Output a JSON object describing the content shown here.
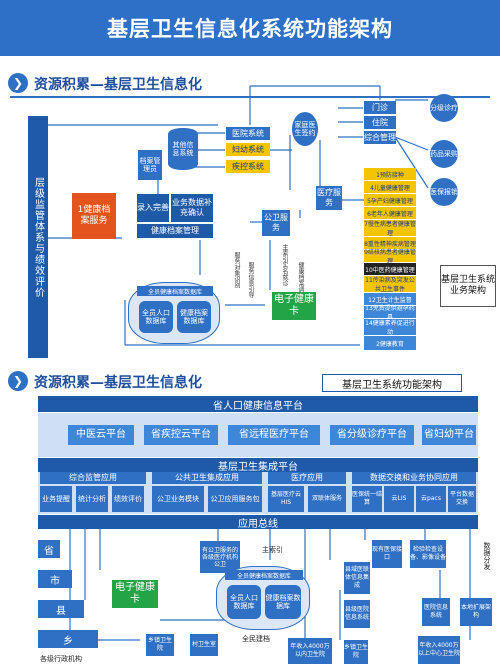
{
  "title": "基层卫生信息化系统功能架构",
  "section1": {
    "heading": "资源积累—基层卫生信息化",
    "left_vertical": "层级监管体系与绩效评价",
    "health_record_service": "1健康档案服务",
    "archive_admin": "档案管理员",
    "other_info_system": "其他信息系统",
    "entry_complete": "录入完善",
    "business_data": "业务数据补充确认",
    "health_record_mgmt": "健康档案管理",
    "hospital_system": "医院系统",
    "maternal_system": "妇幼系统",
    "disease_system": "疾控系统",
    "family_doctor": "家庭医生签约",
    "medical_service": "医疗服务",
    "public_health": "公卫服务",
    "outpatient": "门诊",
    "inpatient": "住院",
    "comprehensive": "综合管理",
    "tiered": "分级诊疗",
    "drug_purchase": "药品采购",
    "med_insurance": "医保报销",
    "service_target": "服务对象识别",
    "service_guide": "服务信息引导",
    "master_index": "主索引实名就诊",
    "record_access": "健康档案调阅",
    "db_title": "全员健康档案数据库",
    "db_left": "全员人口数据库",
    "db_right": "健康档案数据库",
    "ecard": "电子健康卡",
    "ph_items": [
      "1预防接种",
      "4儿童健康管理",
      "5孕产妇健康管理",
      "6老年人健康管理",
      "7慢性病患者健康管理",
      "8重性精神疾病管理",
      "9结核病患者健康管理",
      "10中医药健康管理",
      "11传染病及突发公共卫生事件",
      "12卫生计生监督",
      "13免费提供避孕药具",
      "14健康素养促进行动",
      "2健康教育"
    ],
    "side_note": "基层卫生系统业务架构"
  },
  "section2": {
    "heading": "资源积累—基层卫生信息化",
    "badge": "基层卫生系统功能架构",
    "provincial_platform": "省人口健康信息平台",
    "clouds": [
      "中医云平台",
      "省疾控云平台",
      "省远程医疗平台",
      "省分级诊疗平台",
      "省妇幼平台"
    ],
    "integration_platform": "基层卫生集成平台",
    "groups": [
      {
        "name": "综合监管应用",
        "items": [
          "业务提醒",
          "统计分析",
          "绩效评价"
        ]
      },
      {
        "name": "公共卫生集成应用",
        "items": [
          "公卫业务模块",
          "公卫应用服务包"
        ]
      },
      {
        "name": "医疗应用",
        "items": [
          "基层医疗云HIS",
          "双联体服务"
        ]
      },
      {
        "name": "数据交换和业务协同应用",
        "items": [
          "医保统一结算",
          "云LIS",
          "云pacs",
          "平台数据交换"
        ]
      }
    ],
    "app_bus": "应用总线",
    "levels": [
      "省",
      "市",
      "县",
      "乡"
    ],
    "ecard": "电子健康卡",
    "public_service": "有公卫服务的各级医疗机构公卫",
    "master_index": "主索引",
    "db_title": "全员健康档案数据库",
    "db_left": "全员人口数据库",
    "db_right": "健康档案数据库",
    "full_build": "全民建档",
    "county_hospital": "县域医联体信息集成",
    "remote_consult": "现有医保接口",
    "equipment": "检验检查设备、影像设备",
    "data_split": "数据分发",
    "township": "乡镇卫生院",
    "village": "村卫生室",
    "income_village": "年收入4000万以内卫生院",
    "income_center": "年收入4000万以上中心卫生院",
    "county_info": "县级医院信息系统",
    "township2": "乡镇卫生院",
    "hospital_info": "医院信息系统",
    "local_arch": "本地扩展架构",
    "bottom_label": "各级行政机构"
  }
}
